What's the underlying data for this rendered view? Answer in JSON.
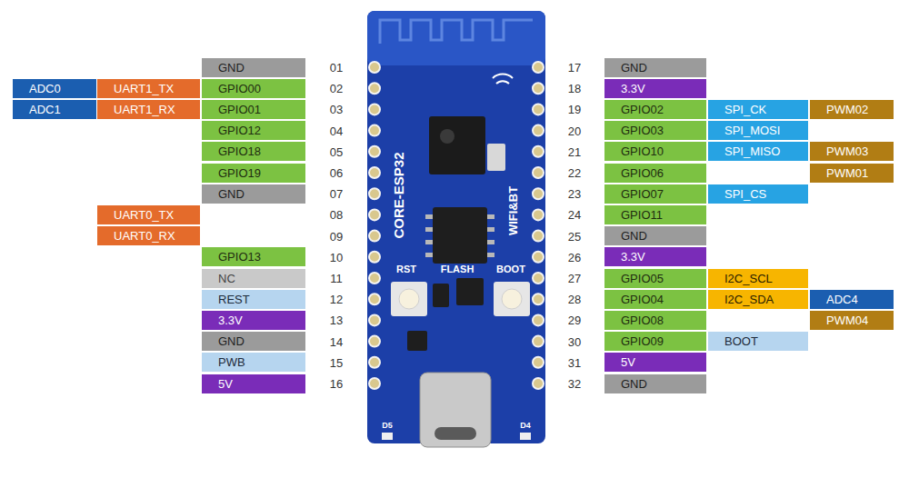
{
  "diagram": {
    "nodes": [
      {
        "text": [
          "GND"
        ]
      },
      {
        "text": [
          "ADC0"
        ]
      },
      {
        "text": [
          "UART1_TX"
        ]
      },
      {
        "text": [
          "GPIO00"
        ]
      },
      {
        "text": [
          "ADC1"
        ]
      },
      {
        "text": [
          "UART1_RX"
        ]
      },
      {
        "text": [
          "GPIO01"
        ]
      },
      {
        "text": [
          "GPIO12"
        ]
      },
      {
        "text": [
          "GPIO18"
        ]
      },
      {
        "text": [
          "GPIO19"
        ]
      },
      {
        "text": [
          "GND"
        ]
      },
      {
        "text": [
          "UART0_TX"
        ]
      },
      {
        "text": [
          "UART0_RX"
        ]
      },
      {
        "text": [
          "GPIO13"
        ]
      },
      {
        "text": [
          "NC"
        ]
      },
      {
        "text": [
          "REST"
        ]
      },
      {
        "text": [
          "3.3V"
        ]
      },
      {
        "text": [
          "GND"
        ]
      },
      {
        "text": [
          "PWB"
        ]
      },
      {
        "text": [
          "5V"
        ]
      },
      {
        "text": [
          "GND"
        ]
      },
      {
        "text": [
          "3.3V"
        ]
      },
      {
        "text": [
          "GPIO02"
        ]
      },
      {
        "text": [
          "SPI_CK"
        ]
      },
      {
        "text": [
          "PWM02"
        ]
      },
      {
        "text": [
          "GPIO03"
        ]
      },
      {
        "text": [
          "SPI_MOSI"
        ]
      },
      {
        "text": [
          "GPIO10"
        ]
      },
      {
        "text": [
          "SPI_MISO"
        ]
      },
      {
        "text": [
          "PWM03"
        ]
      },
      {
        "text": [
          "GPIO06"
        ]
      },
      {
        "text": [
          "PWM01"
        ]
      },
      {
        "text": [
          "GPIO07"
        ]
      },
      {
        "text": [
          "SPI_CS"
        ]
      },
      {
        "text": [
          "GPIO11"
        ]
      },
      {
        "text": [
          "GND"
        ]
      },
      {
        "text": [
          "3.3V"
        ]
      },
      {
        "text": [
          "GPIO05"
        ]
      },
      {
        "text": [
          "I2C_SCL"
        ]
      },
      {
        "text": [
          "GPIO04"
        ]
      },
      {
        "text": [
          "I2C_SDA"
        ]
      },
      {
        "text": [
          "ADC4"
        ]
      },
      {
        "text": [
          "GPIO08"
        ]
      },
      {
        "text": [
          "PWM04"
        ]
      },
      {
        "text": [
          "GPIO09"
        ]
      },
      {
        "text": [
          "BOOT"
        ]
      },
      {
        "text": [
          "5V"
        ]
      },
      {
        "text": [
          "GND"
        ]
      }
    ],
    "labels": [
      "01",
      "02",
      "03",
      "04",
      "05",
      "06",
      "07",
      "08",
      "09",
      "10",
      "11",
      "12",
      "13",
      "14",
      "15",
      "16",
      "17",
      "18",
      "19",
      "20",
      "21",
      "22",
      "23",
      "24",
      "25",
      "26",
      "27",
      "28",
      "29",
      "30",
      "31",
      "32",
      "CORE-ESP32",
      "WIFI&BT",
      "RST",
      "FLASH",
      "BOOT",
      "D5",
      "D4"
    ]
  }
}
